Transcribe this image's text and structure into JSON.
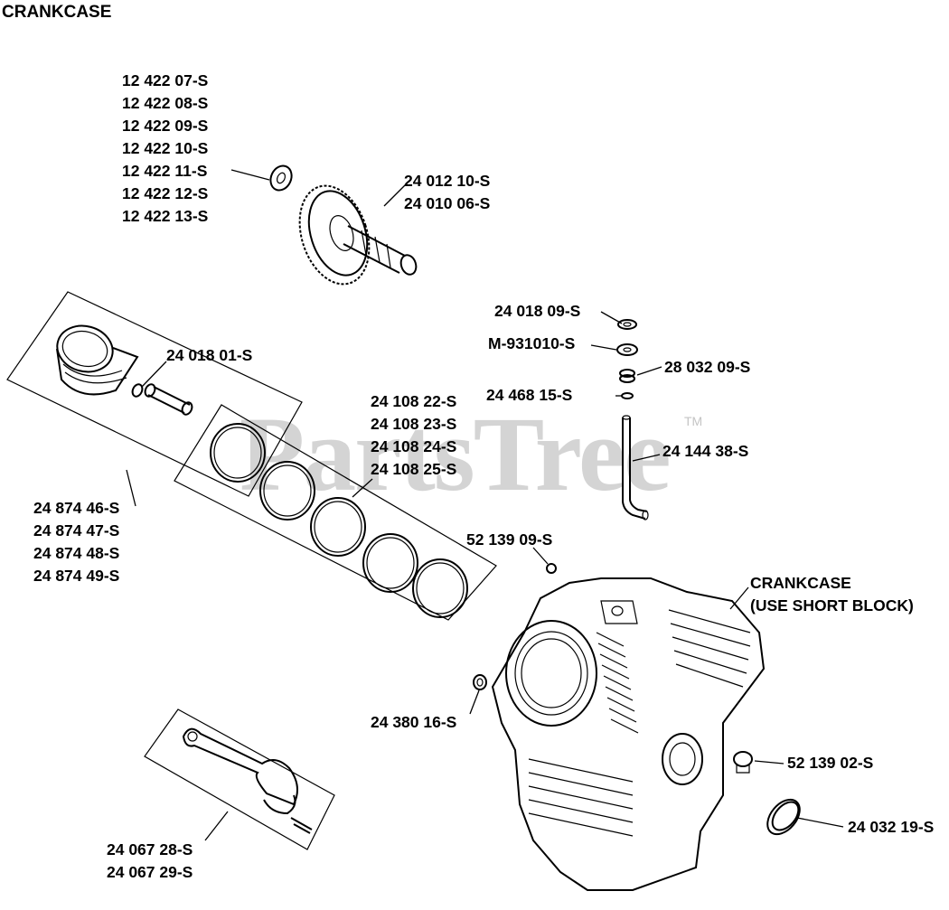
{
  "title": "CRANKCASE",
  "watermark": {
    "text": "PartsTree",
    "tm": "TM"
  },
  "labels": {
    "shim_set": [
      "12 422 07-S",
      "12 422 08-S",
      "12 422 09-S",
      "12 422 10-S",
      "12 422 11-S",
      "12 422 12-S",
      "12 422 13-S"
    ],
    "camshaft": [
      "24 012 10-S",
      "24 010 06-S"
    ],
    "retainer_top": "24 018 09-S",
    "spring": "M-931010-S",
    "seal_rotator": "28 032 09-S",
    "keeper": "24 468 15-S",
    "rod_pushrod": "24 144 38-S",
    "piston_pin_retainer": "24 018 01-S",
    "ring_sets": [
      "24 108 22-S",
      "24 108 23-S",
      "24 108 24-S",
      "24 108 25-S"
    ],
    "piston_assemblies": [
      "24 874 46-S",
      "24 874 47-S",
      "24 874 48-S",
      "24 874 49-S"
    ],
    "plug_small": "52 139 09-S",
    "crankcase": [
      "CRANKCASE",
      "(USE SHORT BLOCK)"
    ],
    "dowel": "24 380 16-S",
    "plug_drain": "52 139 02-S",
    "oil_seal": "24 032 19-S",
    "connecting_rods": [
      "24 067 28-S",
      "24 067 29-S"
    ]
  }
}
